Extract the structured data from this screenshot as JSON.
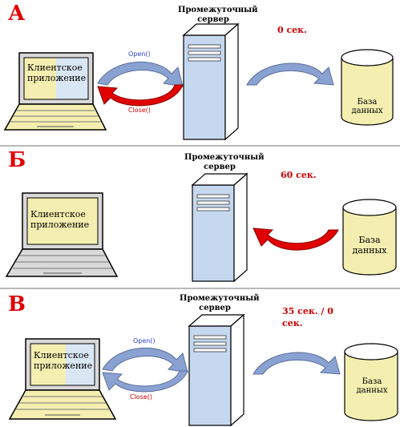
{
  "colors": {
    "letter": "#e00000",
    "time": "#d00000",
    "open_arrow": "#8aa2d2",
    "close_arrow": "#e00000",
    "screen_fill": "#f4efb0",
    "separator": "#b9b9b9"
  },
  "panels": [
    {
      "letter": "А",
      "server_label": "Промежуточный сервер",
      "time": "0 сек.",
      "client_label": "Клиентское приложение",
      "open_label": "Open()",
      "close_label": "Close()",
      "db_label": "База данных"
    },
    {
      "letter": "Б",
      "server_label": "Промежуточный сервер",
      "time": "60 сек.",
      "client_label": "Клиентское приложение",
      "db_label": "База данных"
    },
    {
      "letter": "В",
      "server_label": "Промежуточный сервер",
      "time": "35 сек. / 0 сек.",
      "client_label": "Клиентское приложение",
      "open_label": "Open()",
      "close_label": "Close()",
      "db_label": "База данных"
    }
  ]
}
